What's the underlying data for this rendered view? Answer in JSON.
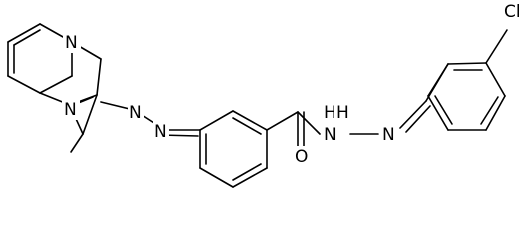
{
  "molecule": {
    "atoms": [
      {
        "id": "n_bridge",
        "text": "N"
      },
      {
        "id": "n_imidazole",
        "text": "N"
      },
      {
        "id": "n_azo1",
        "text": "N"
      },
      {
        "id": "n_azo2",
        "text": "N"
      },
      {
        "id": "n_hydrazide_nh",
        "text": "N"
      },
      {
        "id": "h_hydrazide_1",
        "text": "H"
      },
      {
        "id": "h_hydrazide_2",
        "text": "H"
      },
      {
        "id": "n_hydrazone",
        "text": "N"
      },
      {
        "id": "o_carbonyl",
        "text": "O"
      },
      {
        "id": "cl_substituent",
        "text": "Cl"
      }
    ]
  }
}
